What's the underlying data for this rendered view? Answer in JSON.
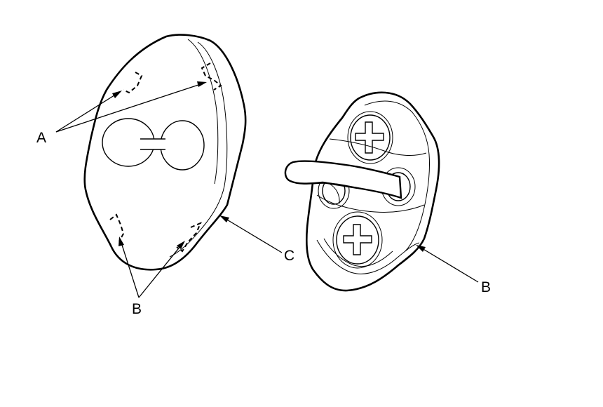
{
  "callouts": {
    "a": "A",
    "b_left": "B",
    "b_right": "B",
    "c": "C"
  }
}
